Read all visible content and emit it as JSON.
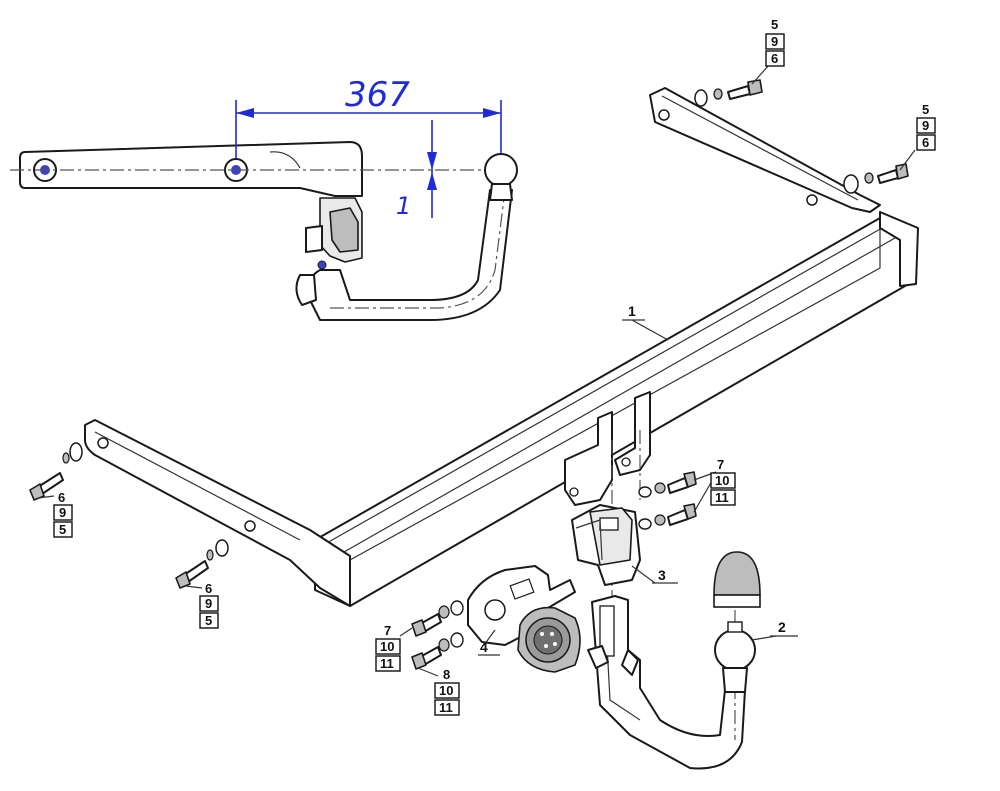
{
  "figure": {
    "inset": {
      "dimension_length": "367",
      "dimension_offset": "1"
    },
    "part_labels": [
      "1",
      "2",
      "3",
      "4"
    ],
    "callouts": [
      {
        "id": "bolt-top-left",
        "numbers": [
          "5",
          "9",
          "6"
        ]
      },
      {
        "id": "bolt-top-right",
        "numbers": [
          "5",
          "9",
          "6"
        ]
      },
      {
        "id": "bolt-left-upper",
        "numbers": [
          "6",
          "9",
          "5"
        ]
      },
      {
        "id": "bolt-left-lower",
        "numbers": [
          "6",
          "9",
          "5"
        ]
      },
      {
        "id": "bolt-center-right",
        "numbers": [
          "7",
          "10",
          "11"
        ]
      },
      {
        "id": "bolt-bottom-upper",
        "numbers": [
          "7",
          "10",
          "11"
        ]
      },
      {
        "id": "bolt-bottom-lower",
        "numbers": [
          "8",
          "10",
          "11"
        ]
      }
    ],
    "colors": {
      "dimension": "#1f2bd6",
      "line": "#1a1a1a",
      "background": "#ffffff"
    }
  }
}
